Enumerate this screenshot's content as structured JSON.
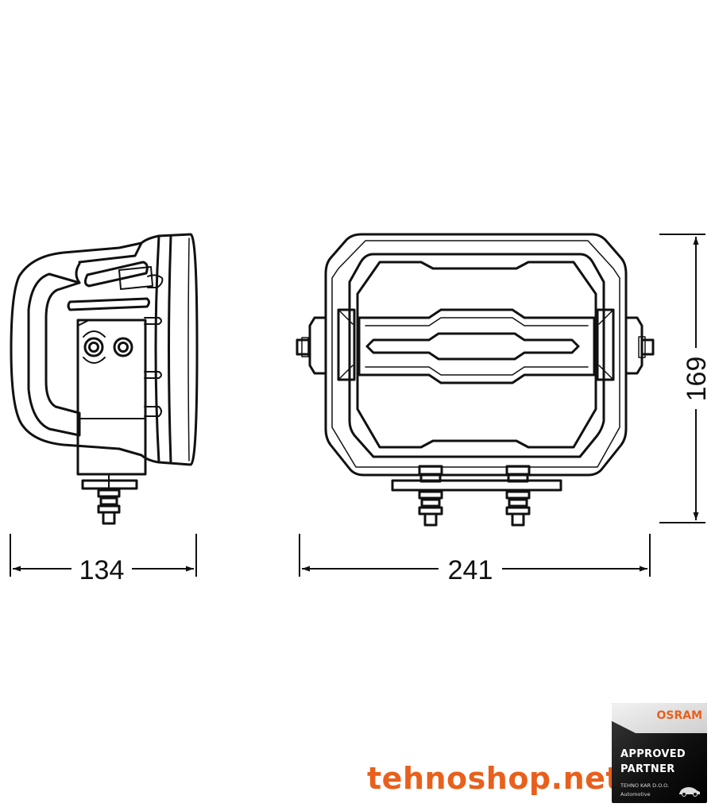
{
  "dimensions": {
    "width_side": "134",
    "width_front": "241",
    "height_front": "169"
  },
  "watermark": {
    "site": "tehnoshop.net"
  },
  "badge": {
    "brand": "OSRAM",
    "line1": "APPROVED",
    "line2": "PARTNER",
    "company": "TEHNO KAR D.O.O.",
    "division": "Automotive"
  },
  "colors": {
    "accent": "#e8601c",
    "line": "#111111",
    "background": "#ffffff"
  }
}
